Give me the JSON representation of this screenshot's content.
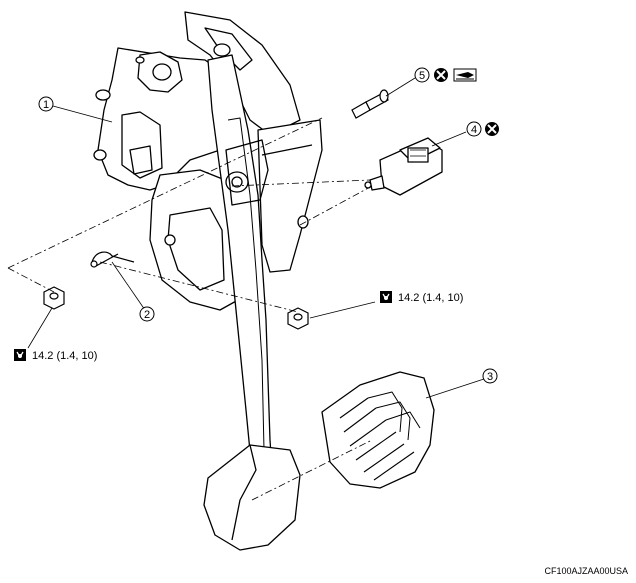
{
  "callouts": [
    {
      "number": "1",
      "part": "pedal-bracket"
    },
    {
      "number": "2",
      "part": "snap-pin"
    },
    {
      "number": "3",
      "part": "pedal-pad"
    },
    {
      "number": "4",
      "part": "switch"
    },
    {
      "number": "5",
      "part": "bolt"
    }
  ],
  "torques": {
    "left_nut": "14.2 (1.4, 10)",
    "right_nut": "14.2 (1.4, 10)"
  },
  "symbols": {
    "torque_icon": "torque-wrench-icon",
    "replace_icon": "do-not-reuse-icon",
    "adhesive_icon": "apply-adhesive-icon"
  },
  "figure_code": "CF100AJZAA00USA"
}
